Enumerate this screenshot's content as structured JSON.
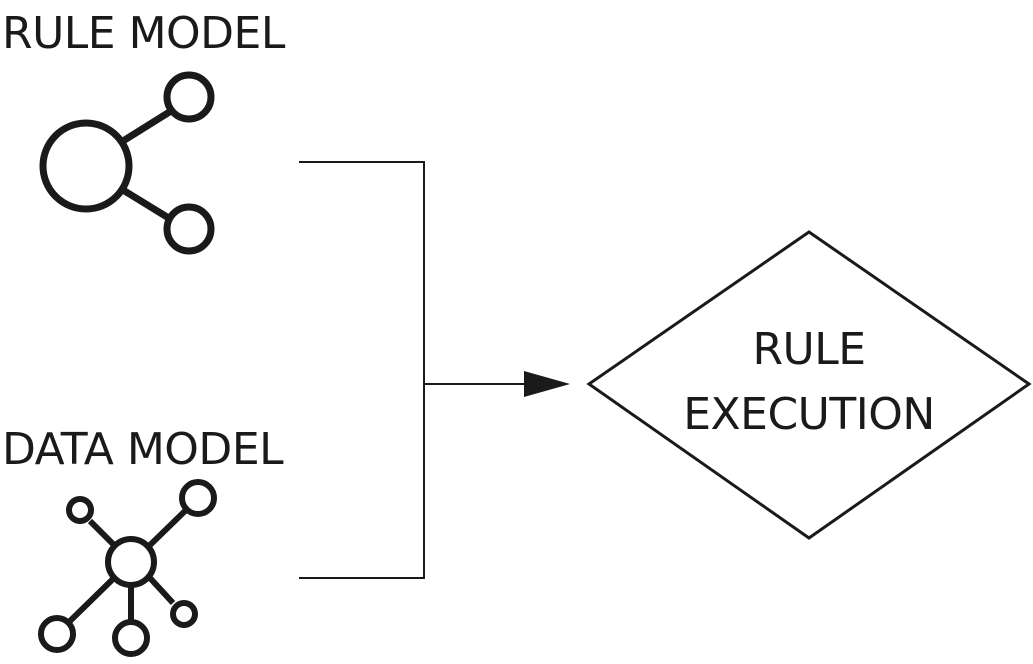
{
  "rule_model": {
    "label": "RULE MODEL",
    "icon": "share-icon"
  },
  "data_model": {
    "label": "DATA MODEL",
    "icon": "network-hub-icon"
  },
  "rule_execution": {
    "line1": "RULE",
    "line2": "EXECUTION",
    "shape": "diamond"
  },
  "colors": {
    "stroke": "#1a1a1a",
    "background": "#ffffff"
  }
}
